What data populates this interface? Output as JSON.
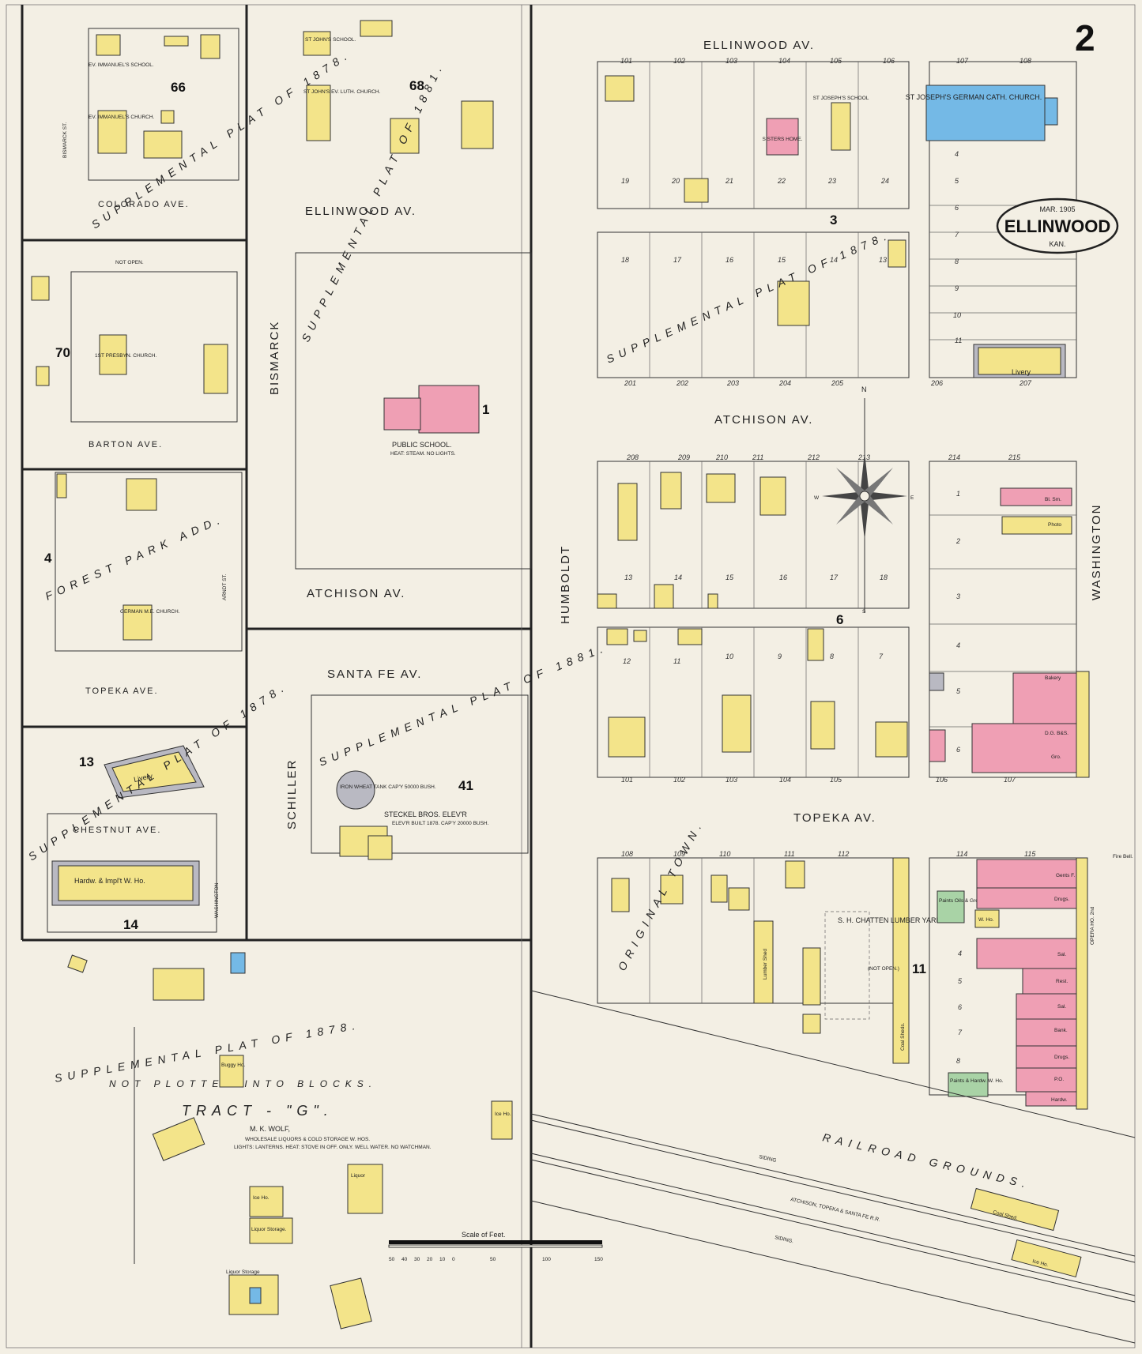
{
  "sheet": {
    "number": "2",
    "date": "MAR. 1905",
    "town": "ELLINWOOD",
    "state": "KAN."
  },
  "streets": {
    "ellinwood_e": "ELLINWOOD AV.",
    "ellinwood_w": "ELLINWOOD AV.",
    "atchison_e": "ATCHISON AV.",
    "atchison_w": "ATCHISON AV.",
    "topeka_e": "TOPEKA AV.",
    "topeka_w": "TOPEKA AVE.",
    "santa_fe": "SANTA FE AV.",
    "colorado": "COLORADO AVE.",
    "barton": "BARTON AVE.",
    "chestnut": "CHESTNUT AVE.",
    "bismarck": "BISMARCK",
    "bismarck_st": "BISMARCK ST.",
    "humboldt": "HUMBOLDT",
    "washington": "WASHINGTON",
    "washington_sm": "WASHINGTON",
    "schiller": "SCHILLER",
    "arndt": "ARNDT ST.",
    "not_open": "NOT OPEN.",
    "not_open2": "(NOT OPEN.)"
  },
  "blocks": {
    "b66": "66",
    "b68": "68",
    "b70": "70",
    "b4": "4",
    "b13": "13",
    "b14": "14",
    "b41": "41",
    "b1": "1",
    "b3": "3",
    "b6": "6",
    "b11": "11"
  },
  "plats": {
    "p1": "SUPPLEMENTAL PLAT OF 1878.",
    "p2": "SUPPLEMENTAL PLAT OF 1881.",
    "p3": "SUPPLEMENTAL PLAT OF 1878.",
    "p4": "SUPPLEMENTAL PLAT OF 1878.",
    "forest": "FOREST PARK ADD.",
    "tract1": "SUPPLEMENTAL PLAT OF 1878.",
    "tract2": "NOT PLOTTED INTO BLOCKS.",
    "tract3": "TRACT - \"G\".",
    "original_town": "ORIGINAL TOWN."
  },
  "buildings": {
    "st_joseph": "ST JOSEPH'S GERMAN CATH. CHURCH.",
    "st_joseph_school": "ST JOSEPH'S SCHOOL",
    "sisters_home": "SISTERS HOME.",
    "st_johns_school": "ST JOHN'S SCHOOL.",
    "st_johns_church": "ST JOHN'S EV. LUTH. CHURCH.",
    "ev_immanuels_school": "EV. IMMANUEL'S SCHOOL.",
    "ev_immanuels_church": "EV. IMMANUEL'S CHURCH.",
    "presby": "1ST PRESBYN. CHURCH.",
    "german_me": "GERMAN M.E. CHURCH.",
    "public_school": "PUBLIC SCHOOL.",
    "public_school_note": "HEAT: STEAM. NO LIGHTS.",
    "livery": "Livery",
    "livery2": "Livery",
    "hardw": "Hardw. & Impl't W. Ho.",
    "steckel": "STECKEL BROS. ELEV'R",
    "steckel_note": "ELEV'R BUILT 1878. CAP'Y 20000 BUSH.",
    "iron_tank": "IRON WHEAT TANK CAP'Y 50000 BUSH.",
    "chatten": "S. H. CHATTEN LUMBER YARD.",
    "lumber_shed": "Lumber Shed",
    "coal_sheds": "Coal Sheds.",
    "coal_shed": "Coal Shed.",
    "mk_wolf": "M. K. WOLF,",
    "mk_wolf_2": "WHOLESALE LIQUORS & COLD STORAGE W. HOS.",
    "mk_wolf_3": "LIGHTS: LANTERNS. HEAT: STOVE IN OFF. ONLY. WELL WATER. NO WATCHMAN.",
    "liquor": "Liquor",
    "liquor_storage": "Liquor Storage.",
    "liquor_storage2": "Liquor Storage",
    "ice_ho": "Ice Ho.",
    "ice_ho2": "Ice Ho.",
    "ice_ho3": "Ice Ho.",
    "buggy": "Buggy Ho.",
    "opera": "OPERA HO. 2nd",
    "bakery": "Bakery",
    "dgbs": "D.G. B&S.",
    "gro": "Gro.",
    "photo": "Photo",
    "bl_sm": "Bl. Sm.",
    "bank": "Bank.",
    "drugs": "Drugs.",
    "drugs2": "Drugs.",
    "po": "P.O.",
    "sal": "Sal.",
    "sal2": "Sal.",
    "rest": "Rest.",
    "hardw2": "Hardw.",
    "paints": "Paints & Hardw. W. Ho.",
    "paints_oils": "Paints Oils & Gro. W. Ho.",
    "w_ho": "W. Ho.",
    "gents": "Gents F.",
    "fire_bell": "Fire Bell."
  },
  "railroad": {
    "grounds": "RAILROAD GROUNDS.",
    "atsf": "ATCHISON, TOPEKA & SANTA FE R.R.",
    "siding1": "SIDING",
    "siding2": "SIDING."
  },
  "scale": {
    "label": "Scale of Feet.",
    "ticks": [
      "50",
      "40",
      "30",
      "20",
      "10",
      "0",
      "50",
      "100",
      "150"
    ]
  },
  "compass": {
    "n": "N",
    "s": "S",
    "e": "E",
    "w": "W"
  },
  "colors": {
    "frame": "#f3e48a",
    "brick": "#ef9fb4",
    "stone": "#74b9e6",
    "special": "#a9d3a6",
    "paper": "#f3efe4"
  }
}
